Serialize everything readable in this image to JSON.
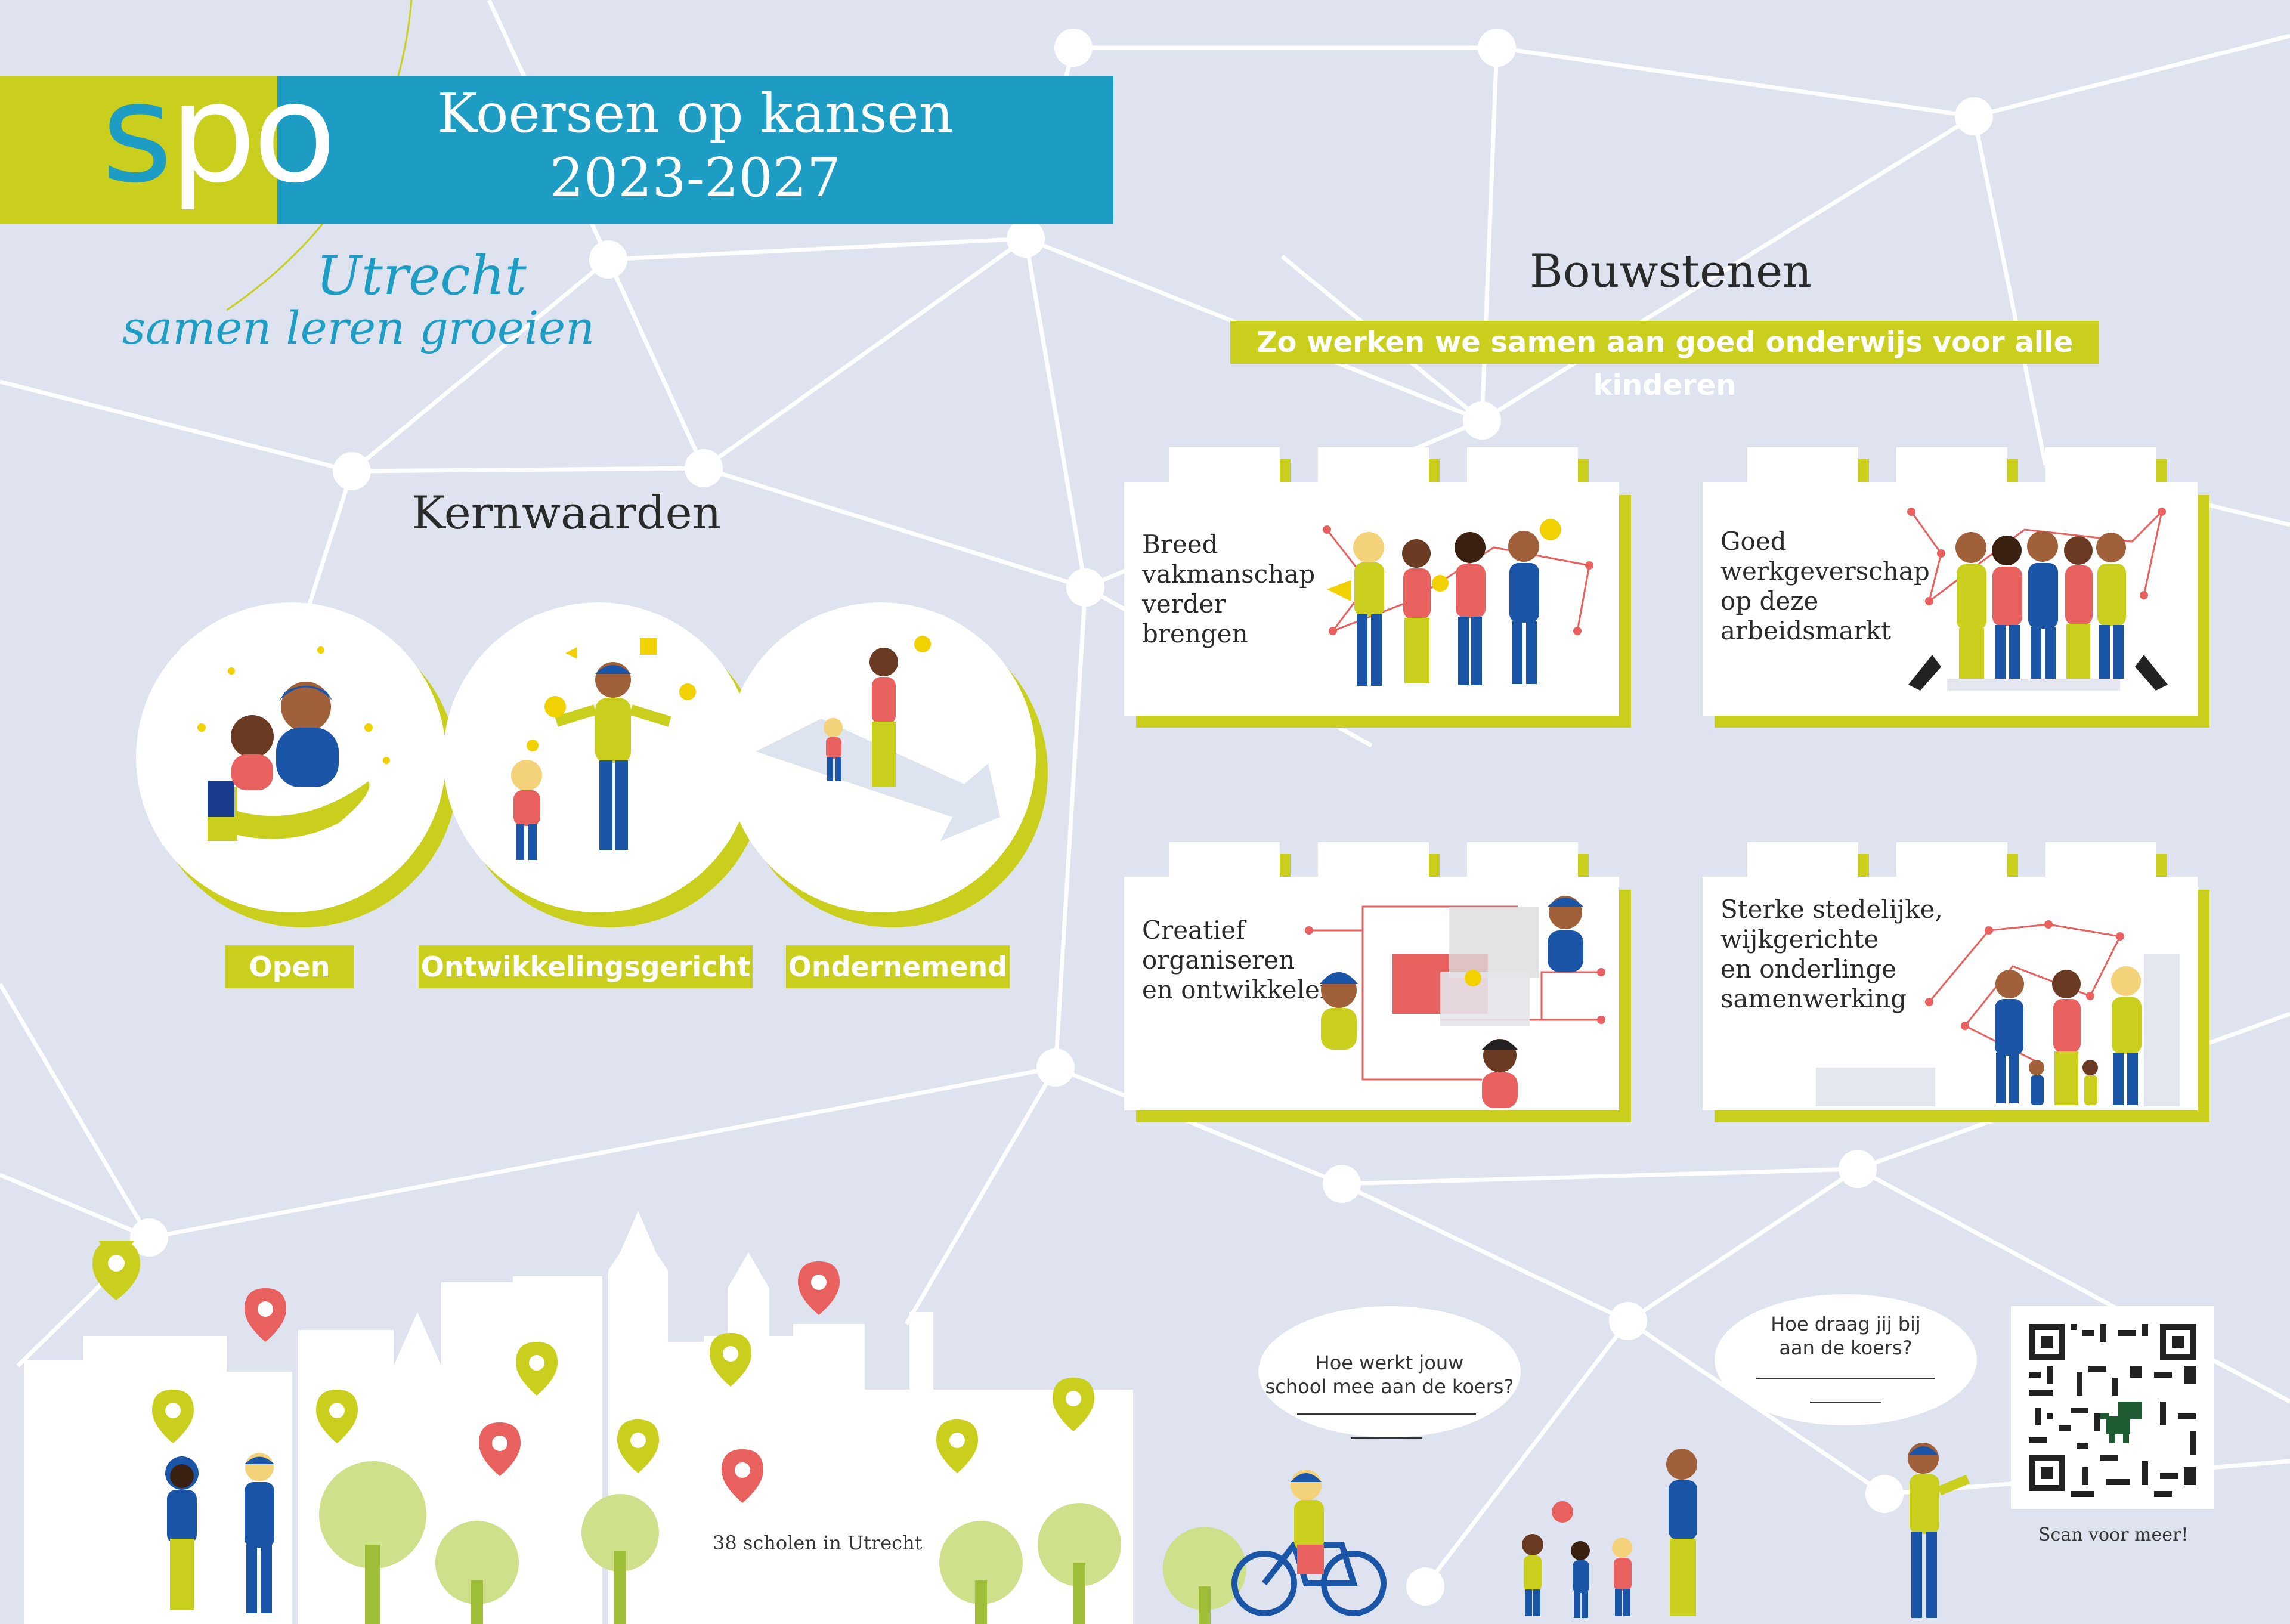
{
  "header": {
    "logo_s": "s",
    "logo_po": "po",
    "title_line1": "Koersen op kansen",
    "title_line2": "2023-2027",
    "tagline1": "Utrecht",
    "tagline2": "samen leren groeien"
  },
  "kernwaarden": {
    "title": "Kernwaarden",
    "values": [
      {
        "label": "Open"
      },
      {
        "label": "Ontwikkelingsgericht"
      },
      {
        "label": "Ondernemend"
      }
    ]
  },
  "bouwstenen": {
    "title": "Bouwstenen",
    "subtitle": "Zo werken we samen aan goed onderwijs voor alle kinderen",
    "cards": [
      {
        "text": "Breed\nvakmanschap\nverder\nbrengen"
      },
      {
        "text": "Goed\nwerkgeverschap\nop deze\narbeidsmarkt"
      },
      {
        "text": "Creatief\norganiseren\nen ontwikkelen"
      },
      {
        "text": "Sterke stedelijke,\nwijkgerichte\nen onderlinge\nsamenwerking"
      }
    ]
  },
  "footer": {
    "schools_label": "38 scholen in Utrecht",
    "bubble1": "Hoe werkt jouw\nschool mee aan de koers?",
    "bubble2": "Hoe draag jij bij\naan de koers?",
    "qr_label": "Scan voor meer!"
  },
  "colors": {
    "accent_green": "#c9cf1c",
    "accent_blue": "#1d9dc3",
    "background": "#dfe3ef",
    "pin_red": "#e8615f"
  },
  "icons": [
    "network-node-icon",
    "location-pin-icon",
    "qr-code-icon",
    "bicycle-icon",
    "lightbulb-icon",
    "megaphone-icon"
  ]
}
